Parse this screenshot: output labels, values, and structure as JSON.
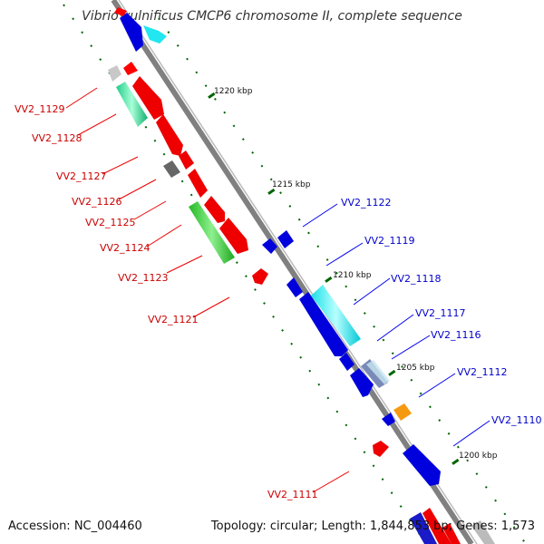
{
  "title": "Vibrio vulnificus CMCP6 chromosome II, complete sequence",
  "footer": {
    "accession": "Accession: NC_004460",
    "topology": "Topology: circular; Length: 1,844,853 bp; Genes: 1,573"
  },
  "colors": {
    "backbone": "#808080",
    "forward_gene": "#ff0000",
    "reverse_gene": "#0000ff",
    "tick": "#006400",
    "label_left": "#cc0000",
    "label_right": "#0000cc"
  },
  "scale_ticks": [
    "1220 kbp",
    "1215 kbp",
    "1210 kbp",
    "1205 kbp",
    "1200 kbp"
  ],
  "gene_labels_left": [
    "VV2_1129",
    "VV2_1128",
    "VV2_1127",
    "VV2_1126",
    "VV2_1125",
    "VV2_1124",
    "VV2_1123",
    "VV2_1121",
    "VV2_1111"
  ],
  "gene_labels_right": [
    "VV2_1122",
    "VV2_1119",
    "VV2_1118",
    "VV2_1117",
    "VV2_1116",
    "VV2_1112",
    "VV2_1110"
  ]
}
